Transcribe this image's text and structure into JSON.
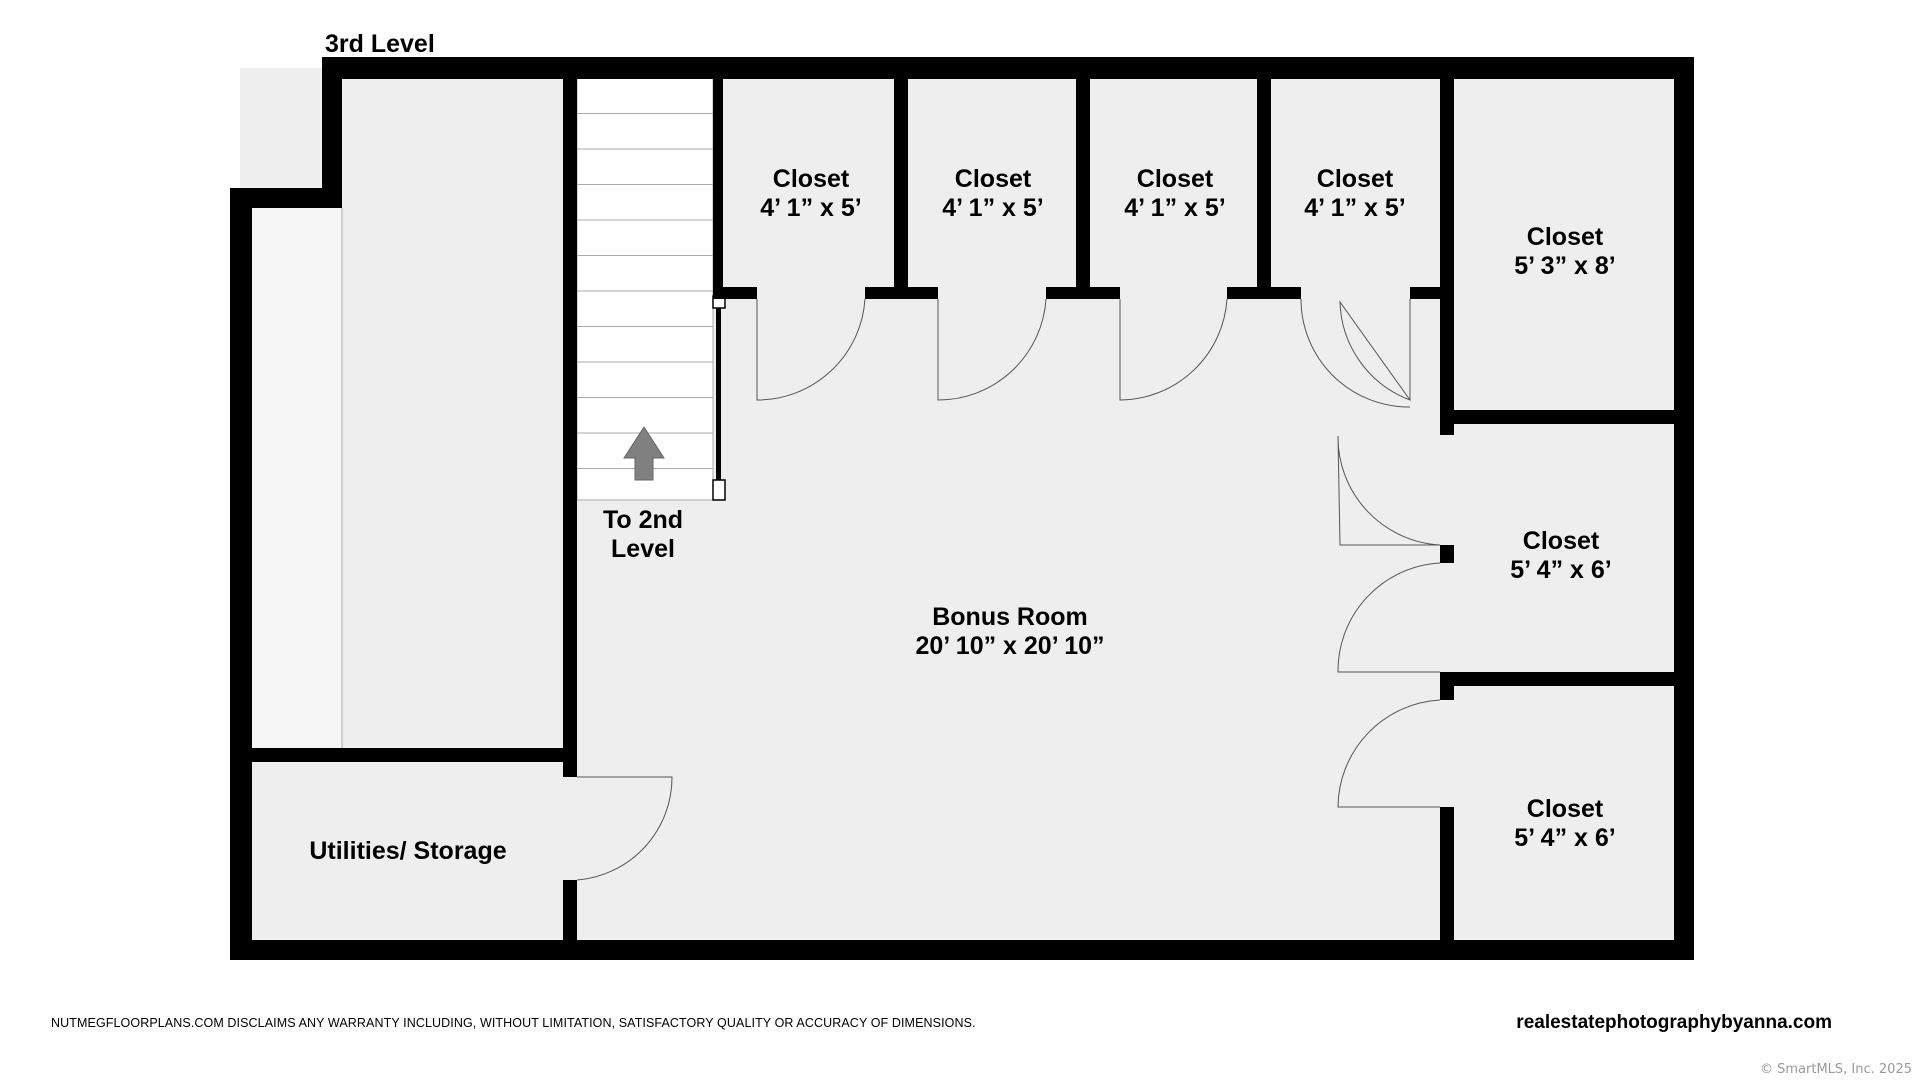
{
  "level_title": "3rd Level",
  "stairs": {
    "label_line1": "To 2nd",
    "label_line2": "Level",
    "arrow_icon": "up-arrow-icon"
  },
  "rooms": {
    "bonus": {
      "name": "Bonus Room",
      "dims": "20’ 10” x 20’ 10”"
    },
    "closet1": {
      "name": "Closet",
      "dims": "4’ 1” x 5’"
    },
    "closet2": {
      "name": "Closet",
      "dims": "4’ 1” x 5’"
    },
    "closet3": {
      "name": "Closet",
      "dims": "4’ 1” x 5’"
    },
    "closet4": {
      "name": "Closet",
      "dims": "4’ 1” x 5’"
    },
    "closet5": {
      "name": "Closet",
      "dims": "5’ 3” x 8’"
    },
    "closet6": {
      "name": "Closet",
      "dims": "5’ 4” x 6’"
    },
    "closet7": {
      "name": "Closet",
      "dims": "5’ 4” x 6’"
    },
    "utilities": {
      "name": "Utilities/ Storage"
    }
  },
  "footer": {
    "disclaimer": "NUTMEGFLOORPLANS.COM DISCLAIMS ANY WARRANTY INCLUDING, WITHOUT LIMITATION, SATISFACTORY QUALITY OR ACCURACY OF DIMENSIONS.",
    "website": "realestatephotographybyanna.com",
    "copyright": "© SmartMLS, Inc.  2025"
  },
  "colors": {
    "wall": "#000000",
    "floor": "#eeeeee",
    "stair": "#ffffff",
    "arrow": "#808080"
  }
}
